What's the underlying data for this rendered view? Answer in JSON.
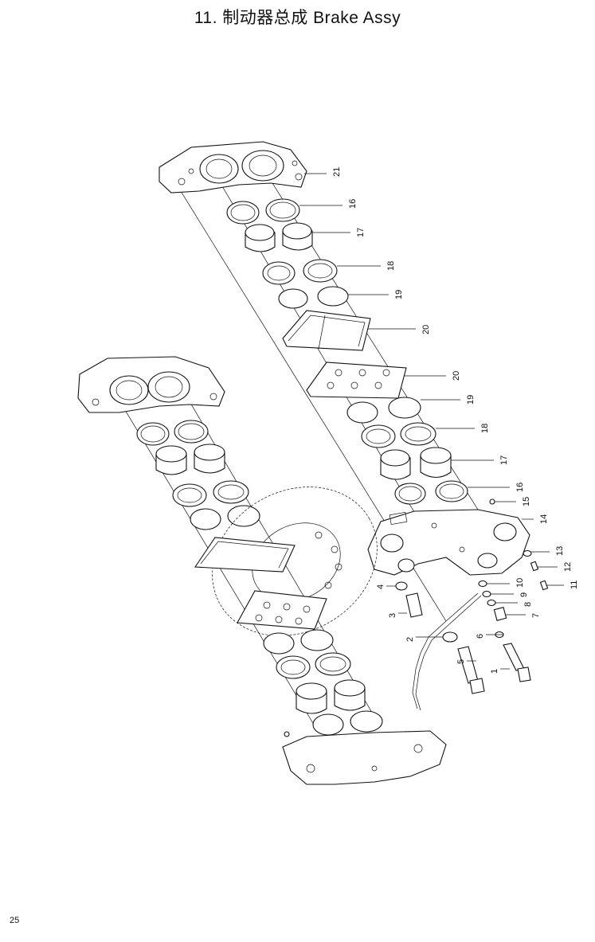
{
  "header": {
    "title": "11. 制动器总成  Brake Assy"
  },
  "footer": {
    "page_number": "25"
  },
  "diagram": {
    "callouts": [
      "21",
      "16",
      "17",
      "18",
      "19",
      "20",
      "20",
      "19",
      "18",
      "17",
      "16",
      "15",
      "14",
      "13",
      "12",
      "11",
      "10",
      "9",
      "8",
      "7",
      "6",
      "5",
      "4",
      "3",
      "2",
      "1"
    ]
  }
}
